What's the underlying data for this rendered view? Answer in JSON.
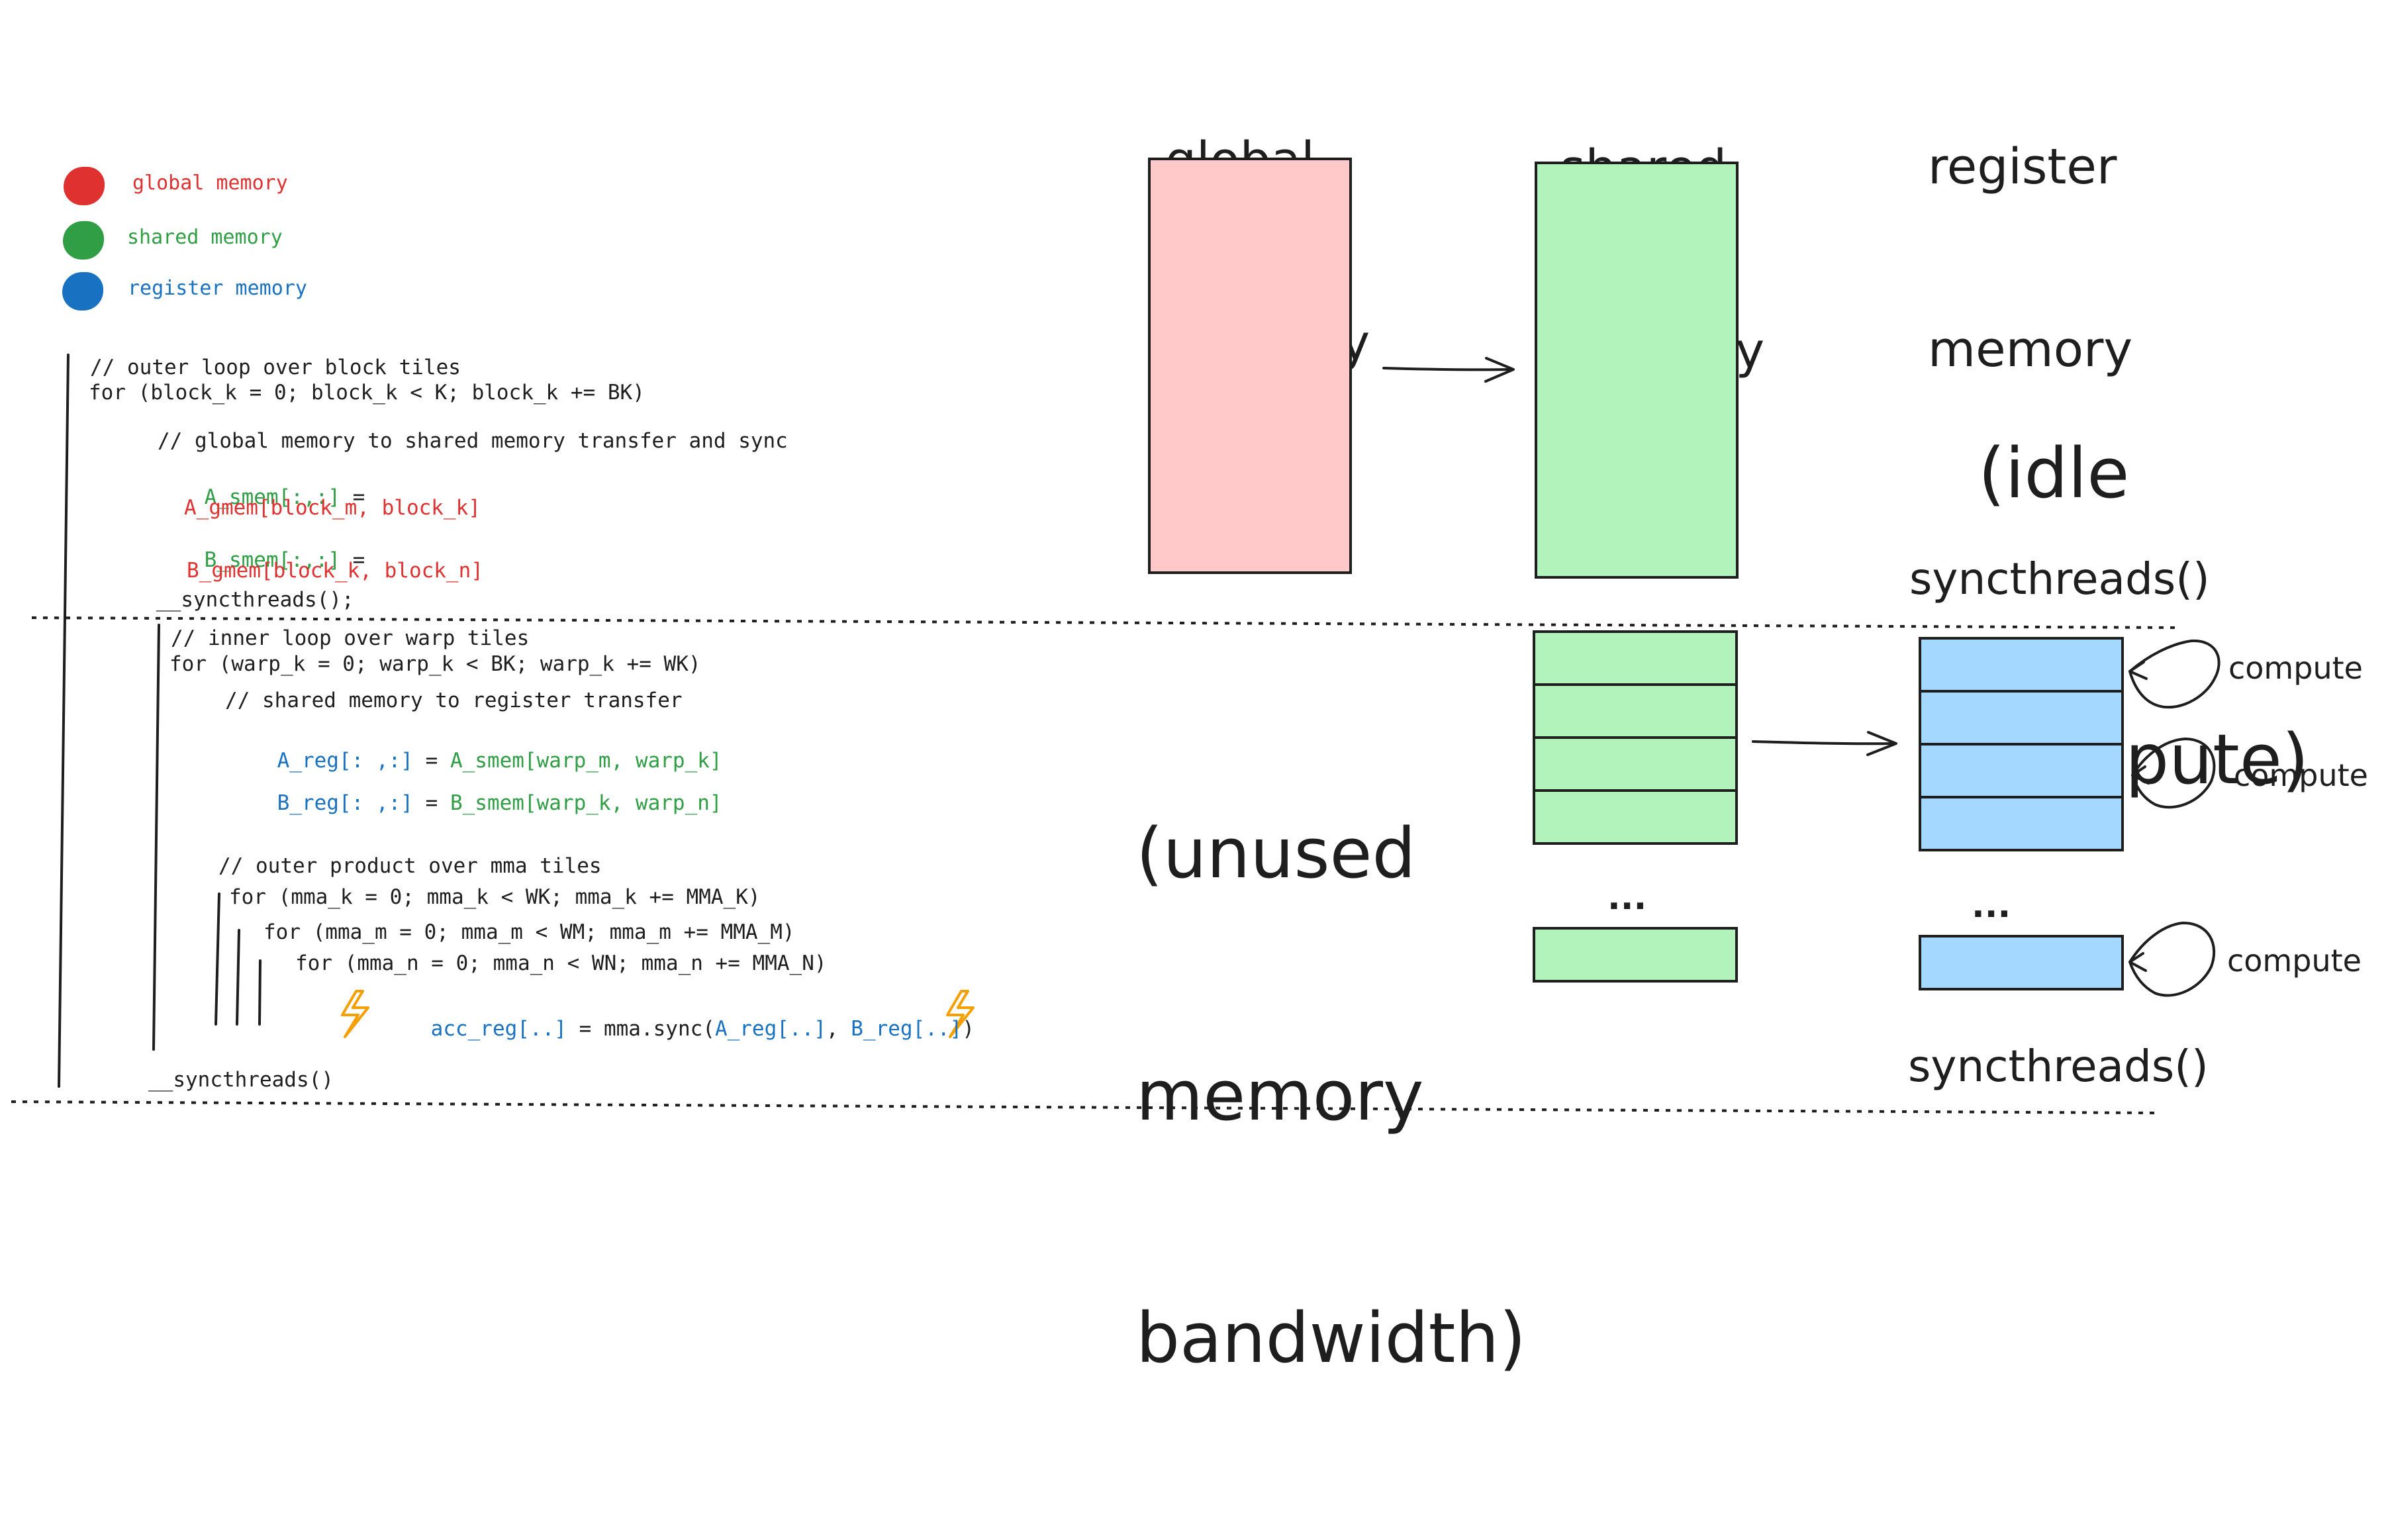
{
  "colors": {
    "red": "#e03131",
    "green": "#2f9e44",
    "blue": "#1971c2",
    "ink": "#1e1e1e",
    "pink_fill": "#ffc9c9",
    "green_fill": "#b2f2bb",
    "blue_fill": "#a5d8ff",
    "bolt": "#f59f00"
  },
  "legend": [
    {
      "label": "global memory",
      "color": "#e03131"
    },
    {
      "label": "shared memory",
      "color": "#2f9e44"
    },
    {
      "label": "register memory",
      "color": "#1971c2"
    }
  ],
  "code": {
    "outer_comment": "// outer loop over block tiles",
    "outer_for": "for (block_k = 0; block_k < K; block_k += BK)",
    "g2s_comment": "// global memory to shared memory transfer and sync",
    "a_smem": "A_smem[:,:]",
    "b_smem": "B_smem[:,:]",
    "assign": " =",
    "a_gmem": "A_gmem[block_m, block_k]",
    "b_gmem": "B_gmem[block_k, block_n]",
    "sync1": "__syncthreads();",
    "inner_comment": "// inner loop over warp tiles",
    "inner_for": "for (warp_k = 0; warp_k < BK; warp_k += WK)",
    "s2r_comment": "// shared memory to register transfer",
    "a_reg": "A_reg[: ,:]",
    "b_reg": "B_reg[: ,:]",
    "eq": " = ",
    "a_smem_warp": "A_smem[warp_m, warp_k]",
    "b_smem_warp": "B_smem[warp_k, warp_n]",
    "mma_comment": "// outer product over mma tiles",
    "for_mma_k": "for (mma_k = 0; mma_k < WK; mma_k += MMA_K)",
    "for_mma_m": "for (mma_m = 0; mma_m < WM; mma_m += MMA_M)",
    "for_mma_n": "for (mma_n = 0; mma_n < WN; mma_n += MMA_N)",
    "acc_reg": "acc_reg[..]",
    "mma_mid": " = mma.sync(",
    "a_reg_dots": "A_reg[..]",
    "comma": ", ",
    "b_reg_dots": "B_reg[..]",
    "close": ")",
    "sync2": "__syncthreads()"
  },
  "diagram": {
    "global_header": [
      "global",
      "memory"
    ],
    "shared_header": [
      "shared",
      "memory"
    ],
    "register_header": [
      "register",
      "memory"
    ],
    "idle_compute": [
      "(idle",
      "compute)"
    ],
    "unused_bandwidth": [
      "(unused",
      "memory",
      "bandwidth)"
    ],
    "syncthreads_label": "syncthreads()",
    "compute_label": "compute",
    "ellipsis": "..."
  }
}
